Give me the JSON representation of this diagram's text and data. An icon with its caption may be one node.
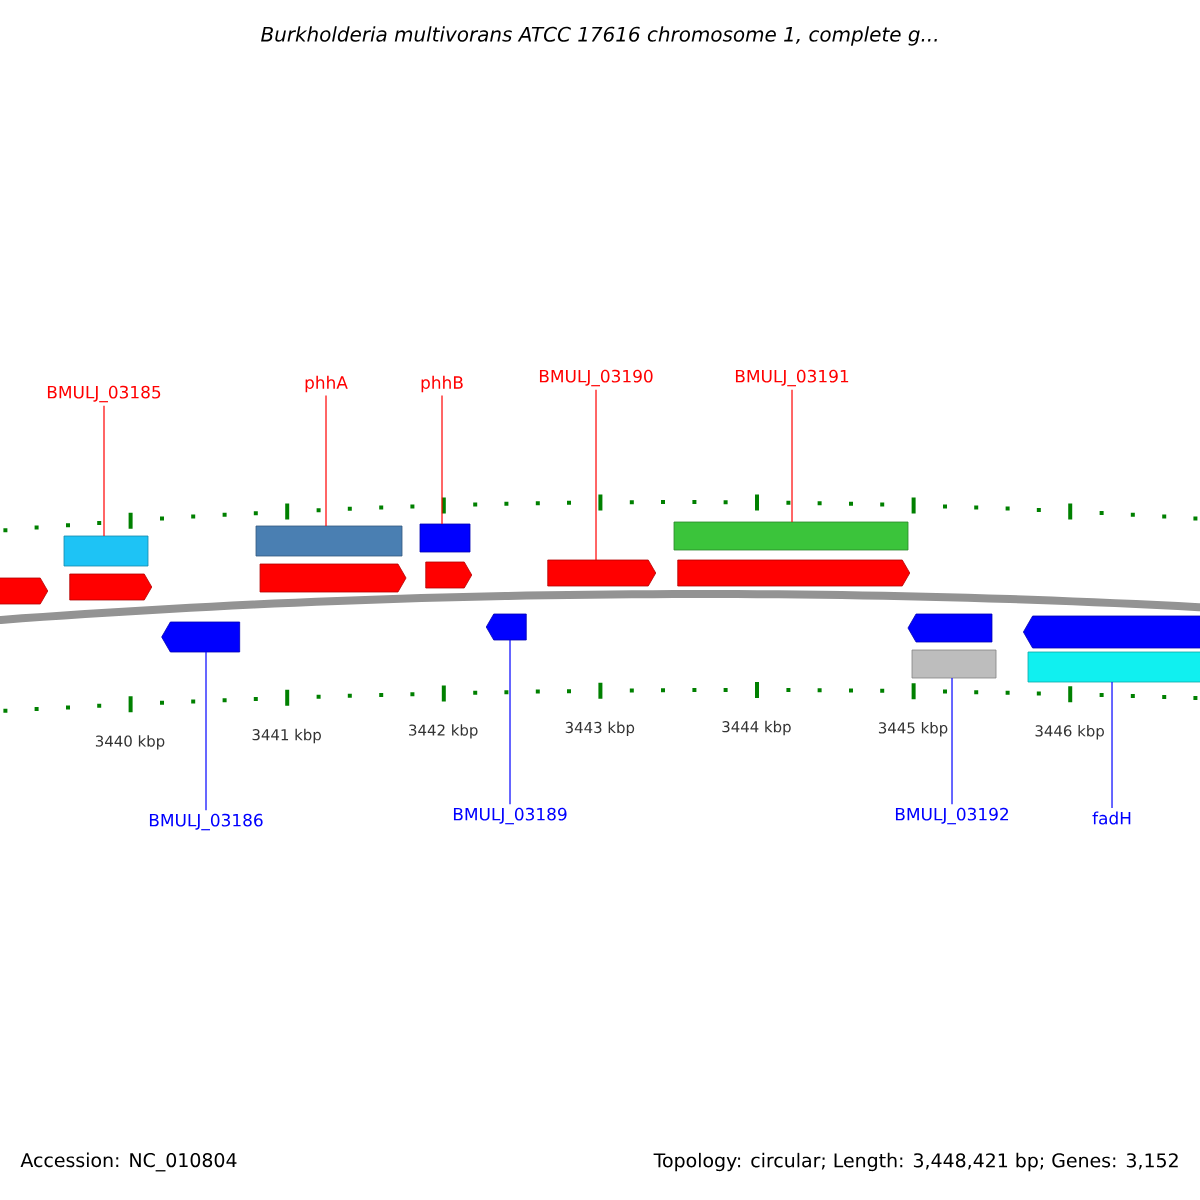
{
  "diagram": {
    "title": "Burkholderia multivorans ATCC 17616 chromosome 1, complete g...",
    "nodes": [
      {
        "text": [
          "BMULJ_03185"
        ]
      },
      {
        "text": [
          "phhA"
        ]
      },
      {
        "text": [
          "phhB"
        ]
      },
      {
        "text": [
          "BMULJ_03190"
        ]
      },
      {
        "text": [
          "BMULJ_03191"
        ]
      },
      {
        "text": [],
        "shape": "pentagon"
      },
      {
        "text": [],
        "shape": "bar"
      },
      {
        "text": [],
        "shape": "pentagon"
      },
      {
        "text": [],
        "shape": "pentagon"
      },
      {
        "text": [],
        "shape": "bar"
      },
      {
        "text": [],
        "shape": "pentagon"
      },
      {
        "text": [],
        "shape": "bar"
      },
      {
        "text": [],
        "shape": "pentagon"
      },
      {
        "text": [],
        "shape": "pentagon"
      },
      {
        "text": [],
        "shape": "pentagon"
      },
      {
        "text": [],
        "shape": "bar"
      },
      {
        "text": [],
        "shape": "pentagon"
      },
      {
        "text": [],
        "shape": "pentagon"
      },
      {
        "text": [],
        "shape": "bar"
      },
      {
        "text": [],
        "shape": "pentagon"
      },
      {
        "text": [],
        "shape": "bar"
      },
      {
        "text": [
          "BMULJ_03186"
        ]
      },
      {
        "text": [
          "BMULJ_03189"
        ]
      },
      {
        "text": [
          "BMULJ_03192"
        ]
      },
      {
        "text": [
          "fadH"
        ]
      }
    ],
    "edges": [
      {
        "from": 0,
        "to": 6,
        "arrow": "none"
      },
      {
        "from": 1,
        "to": 9,
        "arrow": "none"
      },
      {
        "from": 2,
        "to": 11,
        "arrow": "none"
      },
      {
        "from": 3,
        "to": 14,
        "arrow": "none"
      },
      {
        "from": 4,
        "to": 15,
        "arrow": "none"
      },
      {
        "from": 21,
        "to": 8,
        "arrow": "none",
        "color": "#0000ff"
      },
      {
        "from": 22,
        "to": 13,
        "arrow": "none",
        "color": "#0000ff"
      },
      {
        "from": 23,
        "to": 18,
        "arrow": "none",
        "color": "#0000ff"
      },
      {
        "from": 24,
        "to": 20,
        "arrow": "none",
        "color": "#0000ff"
      }
    ],
    "labels": [
      "3440 kbp",
      "3441 kbp",
      "3442 kbp",
      "3443 kbp",
      "3444 kbp",
      "3445 kbp",
      "3446 kbp",
      "Accession: NC_010804",
      "Topology: circular; Length: 3,448,421 bp; Genes: 3,152"
    ]
  }
}
